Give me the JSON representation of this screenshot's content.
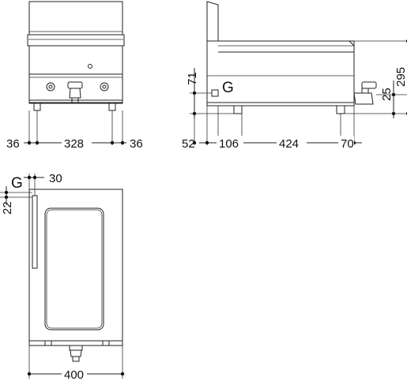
{
  "front_view": {
    "dims": {
      "left_margin": "36",
      "width": "328",
      "right_margin": "36"
    }
  },
  "side_view": {
    "dims": {
      "d1": "52",
      "d2": "106",
      "d3": "424",
      "d4": "70",
      "gas_height": "71",
      "total_height": "295",
      "foot_height": "25"
    },
    "gas_label": "G"
  },
  "top_view": {
    "dims": {
      "gas_offset_x": "30",
      "gas_offset_y": "22",
      "width": "400"
    },
    "gas_label": "G"
  },
  "colors": {
    "line": "#222222",
    "dimension": "#111111",
    "background": "#ffffff"
  }
}
